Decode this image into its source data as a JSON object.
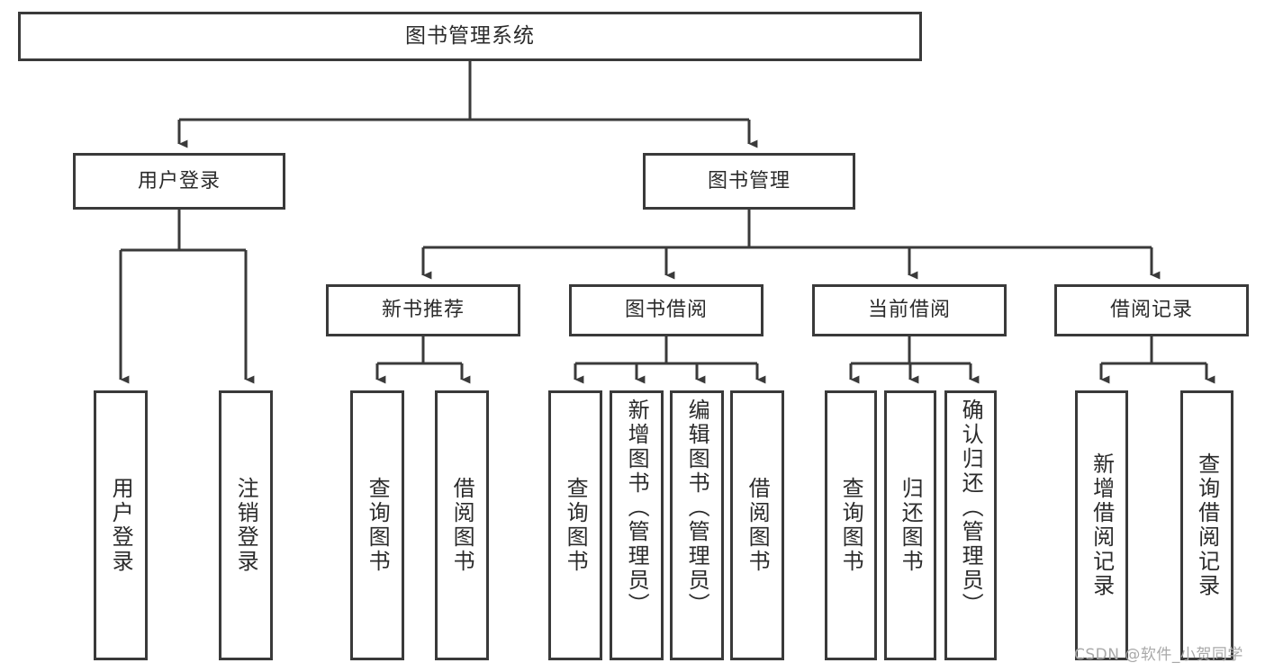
{
  "diagram": {
    "title": "图书管理系统",
    "type": "hierarchy-tree",
    "colors": {
      "stroke": "#3a3a3a",
      "fill": "#ffffff",
      "text": "#2b2b2b",
      "watermark": "#a9a9a9"
    },
    "levels": {
      "root": {
        "label": "图书管理系统"
      },
      "level2": [
        {
          "label": "用户登录"
        },
        {
          "label": "图书管理"
        }
      ],
      "level3": [
        {
          "label": "新书推荐"
        },
        {
          "label": "图书借阅"
        },
        {
          "label": "当前借阅"
        },
        {
          "label": "借阅记录"
        }
      ],
      "leaves": {
        "user_login": [
          {
            "label": "用户登录"
          },
          {
            "label": "注销登录"
          }
        ],
        "new_book_recommend": [
          {
            "label": "查询图书"
          },
          {
            "label": "借阅图书"
          }
        ],
        "book_borrow": [
          {
            "label": "查询图书"
          },
          {
            "label": "新增图书（管理员）"
          },
          {
            "label": "编辑图书（管理员）"
          },
          {
            "label": "借阅图书"
          }
        ],
        "current_borrow": [
          {
            "label": "查询图书"
          },
          {
            "label": "归还图书"
          },
          {
            "label": "确认归还（管理员）"
          }
        ],
        "borrow_record": [
          {
            "label": "新增借阅记录"
          },
          {
            "label": "查询借阅记录"
          }
        ]
      }
    },
    "watermark": "CSDN @软件_小贺同学"
  }
}
